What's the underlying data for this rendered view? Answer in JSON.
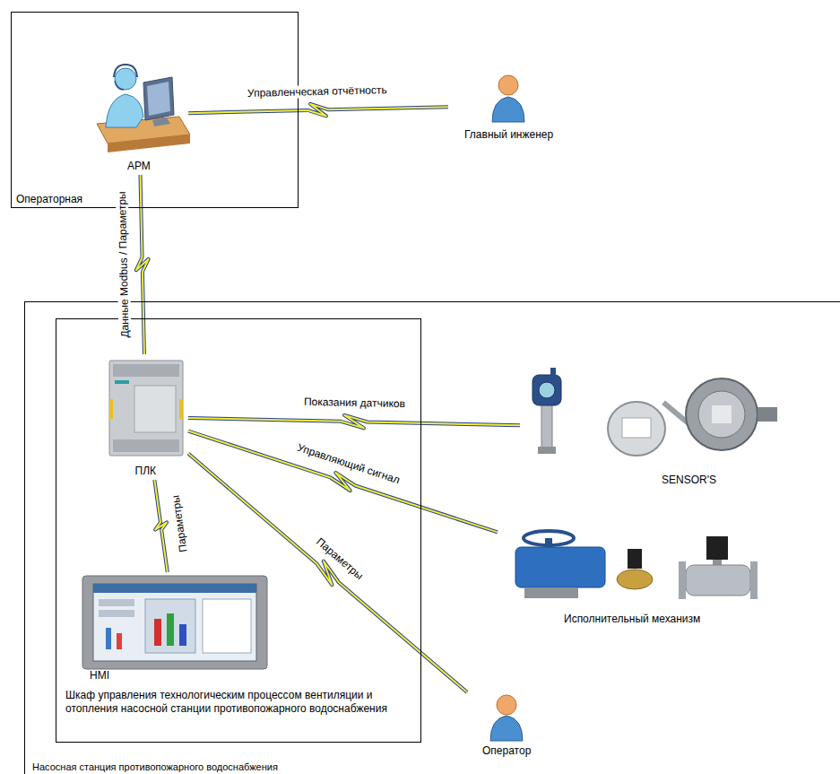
{
  "diagram": {
    "nodes": [
      {
        "text": [
          "Операторная"
        ]
      },
      {
        "text": [
          "АРМ"
        ],
        "in": 0
      },
      {
        "text": [
          "Главный инженер"
        ]
      },
      {
        "text": [
          "Насосная станция противопожарного водоснабжения"
        ]
      },
      {
        "text": [
          "Шкаф управления технологическим процессом вентиляции и отопления насосной станции противопожарного водоснабжения"
        ],
        "in": 3
      },
      {
        "text": [
          "ПЛК"
        ],
        "in": 4
      },
      {
        "text": [
          "HMI"
        ],
        "in": 4
      },
      {
        "text": [
          "SENSOR'S"
        ],
        "in": 3
      },
      {
        "text": [
          "Исполнительный механизм"
        ],
        "in": 3
      },
      {
        "text": [
          "Оператор"
        ],
        "in": 3
      }
    ],
    "edges": [
      {
        "from": 1,
        "to": 2,
        "label": "Управленческая отчётность",
        "arrow": "none"
      },
      {
        "from": 1,
        "to": 5,
        "label": "Данные Modbus / Параметры",
        "arrow": "none"
      },
      {
        "from": 5,
        "to": 7,
        "label": "Показания датчиков",
        "arrow": "none"
      },
      {
        "from": 5,
        "to": 8,
        "label": "Управляющий сигнал",
        "arrow": "none"
      },
      {
        "from": 5,
        "to": 9,
        "label": "Параметры",
        "arrow": "none"
      },
      {
        "from": 5,
        "to": 6,
        "label": "Параметры",
        "arrow": "none"
      }
    ]
  }
}
